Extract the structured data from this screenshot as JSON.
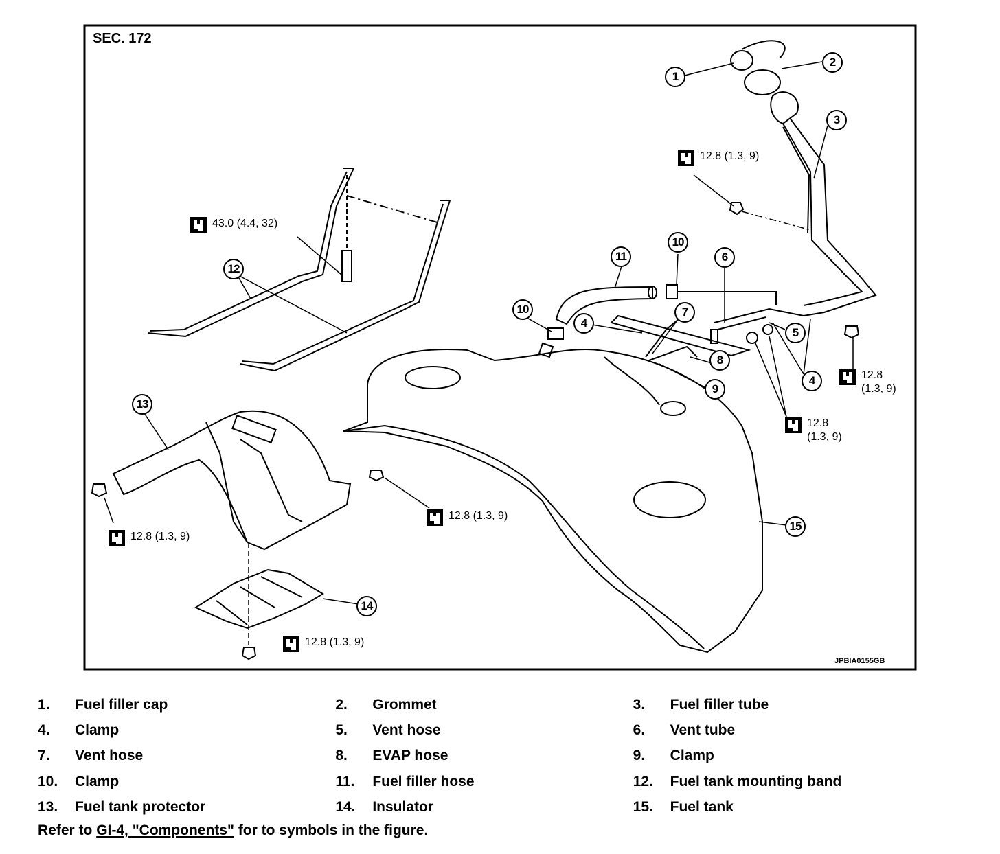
{
  "diagram": {
    "section": "SEC. 172",
    "figure_code": "JPBIA0155GB",
    "callouts": [
      "1",
      "2",
      "3",
      "4",
      "4",
      "5",
      "6",
      "7",
      "8",
      "9",
      "10",
      "10",
      "11",
      "12",
      "13",
      "14",
      "15"
    ],
    "torques": [
      {
        "icon": "torque-wrench-icon",
        "value": "12.8 (1.3, 9)"
      },
      {
        "icon": "torque-wrench-icon",
        "value": "43.0 (4.4, 32)"
      },
      {
        "icon": "torque-wrench-icon",
        "value": "12.8",
        "value2": "(1.3, 9)"
      },
      {
        "icon": "torque-wrench-icon",
        "value": "12.8",
        "value2": "(1.3, 9)"
      },
      {
        "icon": "torque-wrench-icon",
        "value": "12.8 (1.3, 9)"
      },
      {
        "icon": "torque-wrench-icon",
        "value": "12.8 (1.3, 9)"
      },
      {
        "icon": "torque-wrench-icon",
        "value": "12.8 (1.3, 9)"
      }
    ]
  },
  "legend": [
    [
      {
        "num": "1.",
        "label": "Fuel filler cap"
      },
      {
        "num": "2.",
        "label": "Grommet"
      },
      {
        "num": "3.",
        "label": "Fuel filler tube"
      }
    ],
    [
      {
        "num": "4.",
        "label": "Clamp"
      },
      {
        "num": "5.",
        "label": "Vent hose"
      },
      {
        "num": "6.",
        "label": "Vent tube"
      }
    ],
    [
      {
        "num": "7.",
        "label": "Vent hose"
      },
      {
        "num": "8.",
        "label": "EVAP hose"
      },
      {
        "num": "9.",
        "label": "Clamp"
      }
    ],
    [
      {
        "num": "10.",
        "label": "Clamp"
      },
      {
        "num": "11.",
        "label": "Fuel filler hose"
      },
      {
        "num": "12.",
        "label": "Fuel tank mounting band"
      }
    ],
    [
      {
        "num": "13.",
        "label": "Fuel tank protector"
      },
      {
        "num": "14.",
        "label": "Insulator"
      },
      {
        "num": "15.",
        "label": "Fuel tank"
      }
    ]
  ],
  "note": {
    "prefix": "Refer to ",
    "link": "GI-4, \"Components\"",
    "suffix": " for to symbols in the figure."
  }
}
